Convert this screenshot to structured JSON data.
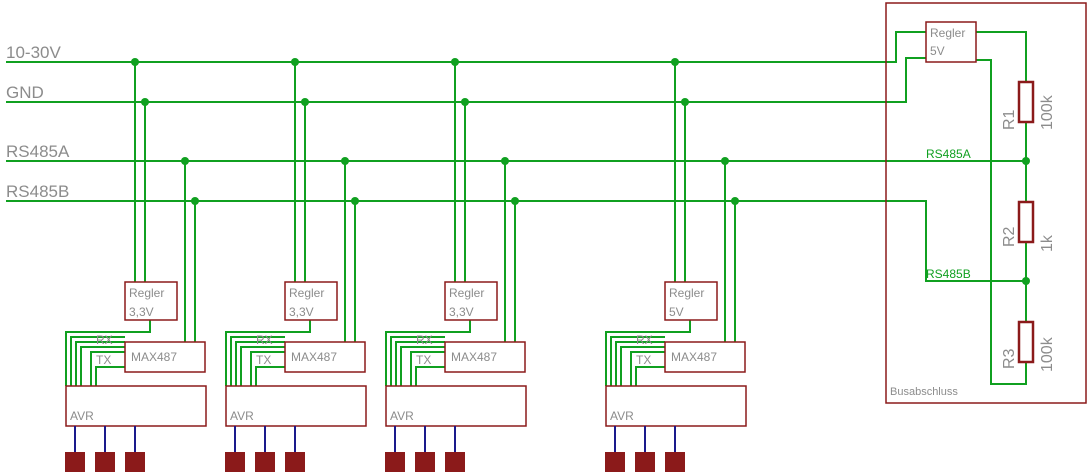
{
  "nets": {
    "supply": "10-30V",
    "ground": "GND",
    "bus_a": "RS485A",
    "bus_b": "RS485B"
  },
  "nodes": [
    {
      "regulator": "Regler",
      "voltage": "3,3V",
      "transceiver": "MAX487",
      "rx": "RX",
      "tx": "TX",
      "mcu": "AVR"
    },
    {
      "regulator": "Regler",
      "voltage": "3,3V",
      "transceiver": "MAX487",
      "rx": "RX",
      "tx": "TX",
      "mcu": "AVR"
    },
    {
      "regulator": "Regler",
      "voltage": "3,3V",
      "transceiver": "MAX487",
      "rx": "RX",
      "tx": "TX",
      "mcu": "AVR"
    },
    {
      "regulator": "Regler",
      "voltage": "5V",
      "transceiver": "MAX487",
      "rx": "RX",
      "tx": "TX",
      "mcu": "AVR"
    }
  ],
  "termination": {
    "title": "Busabschluss",
    "regulator": "Regler",
    "regulator_voltage": "5V",
    "net_a": "RS485A",
    "net_b": "RS485B",
    "resistors": [
      {
        "name": "R1",
        "value": "100k"
      },
      {
        "name": "R2",
        "value": "1k"
      },
      {
        "name": "R3",
        "value": "100k"
      }
    ]
  },
  "colors": {
    "wire": "#10a020",
    "component": "#8b1a1a",
    "io_pin": "#1a1a8c",
    "label": "#8c8c8c"
  }
}
